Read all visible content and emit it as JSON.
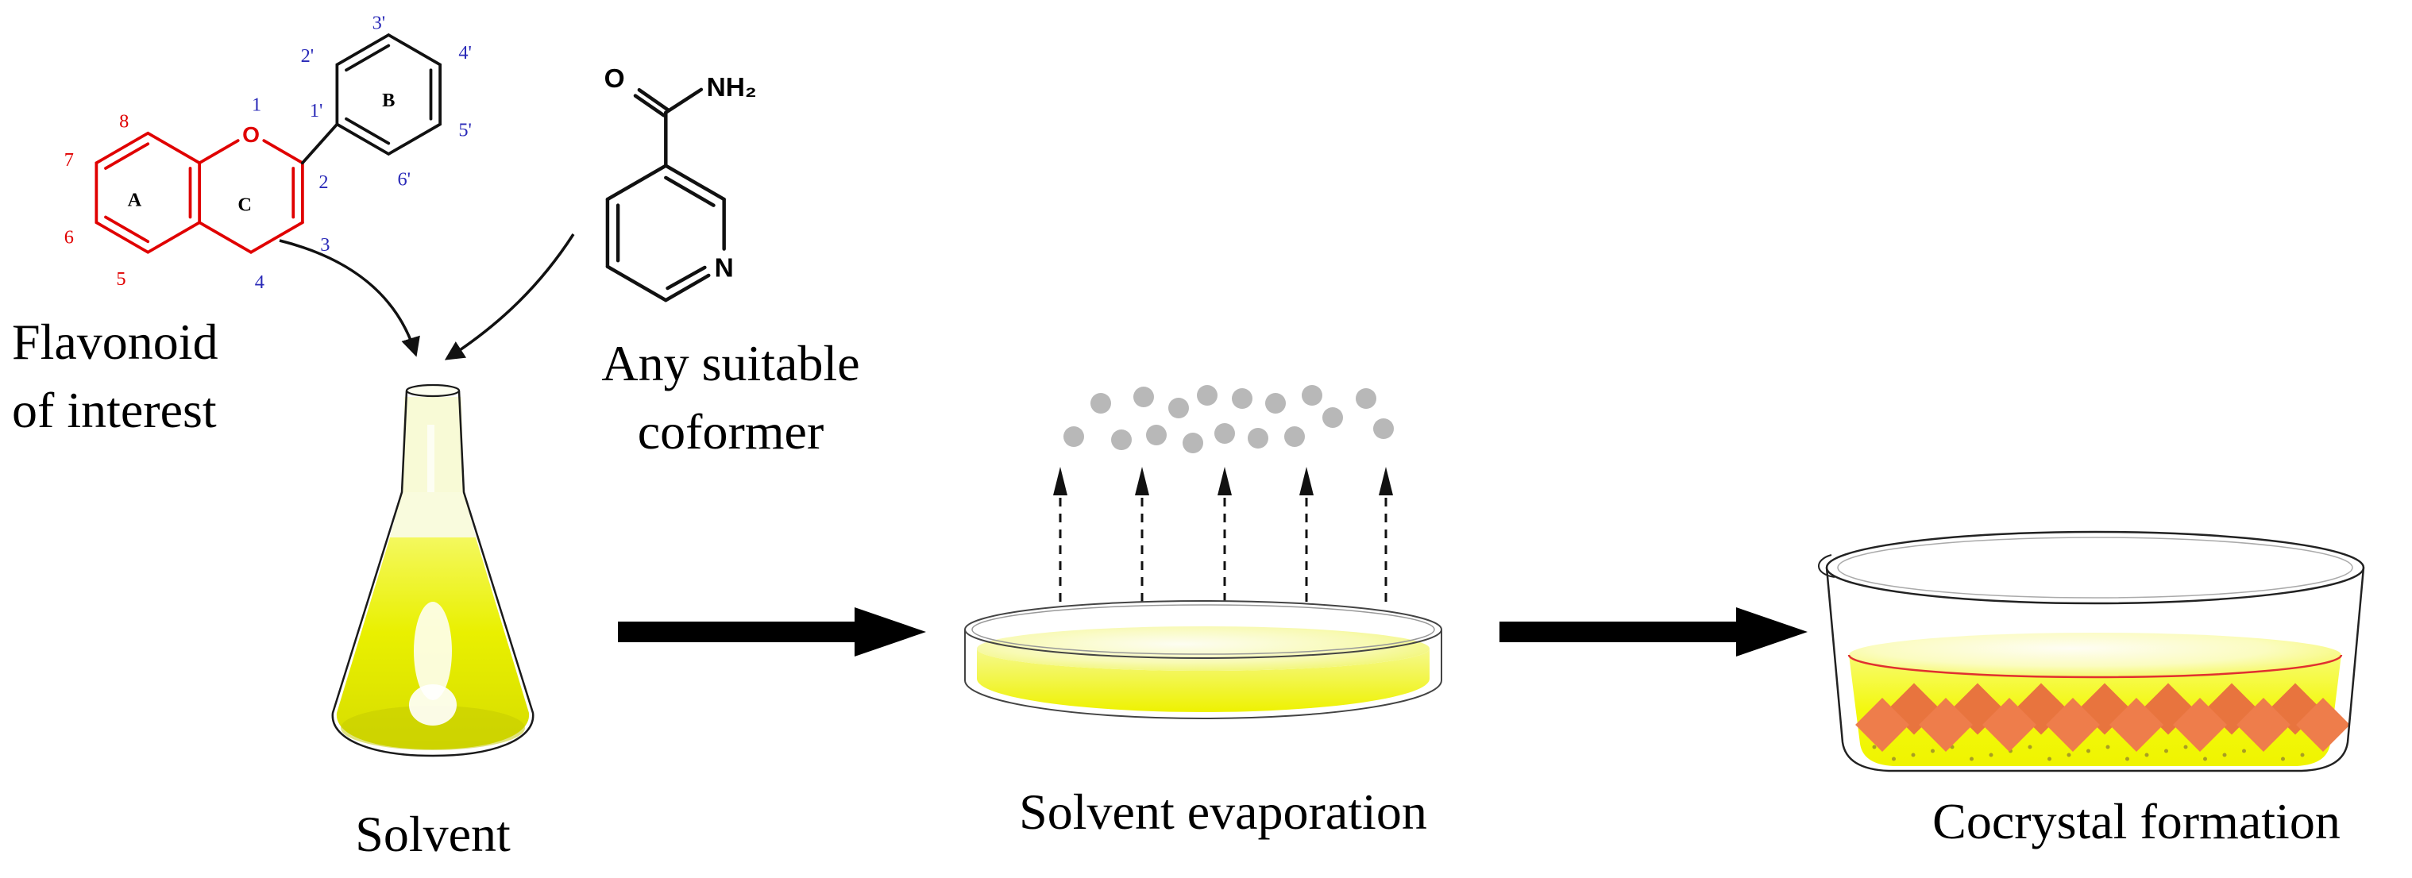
{
  "flavonoid": {
    "caption_line1": "Flavonoid",
    "caption_line2": "of interest",
    "ring_a": "A",
    "ring_b": "B",
    "ring_c": "C",
    "oxygen": "O",
    "locants": {
      "n1": "1",
      "n2": "2",
      "n3": "3",
      "n4": "4",
      "n5": "5",
      "n6": "6",
      "n7": "7",
      "n8": "8",
      "p1": "1'",
      "p2": "2'",
      "p3": "3'",
      "p4": "4'",
      "p5": "5'",
      "p6": "6'"
    }
  },
  "coformer": {
    "caption_line1": "Any suitable",
    "caption_line2": "coformer",
    "carbonyl_o": "O",
    "amide": "NH₂",
    "ring_n": "N"
  },
  "steps": {
    "solvent": "Solvent",
    "evaporation": "Solvent evaporation",
    "cocrystal": "Cocrystal formation"
  },
  "colors": {
    "chromone_red": "#e00000",
    "locant_blue": "#2a2ab8",
    "structure_black": "#111111",
    "solution_yellow": "#e9f000",
    "vapor_gray": "#b8b8b8",
    "crystal_orange": "#ee7d4b",
    "surface_red_line": "#e03030"
  }
}
